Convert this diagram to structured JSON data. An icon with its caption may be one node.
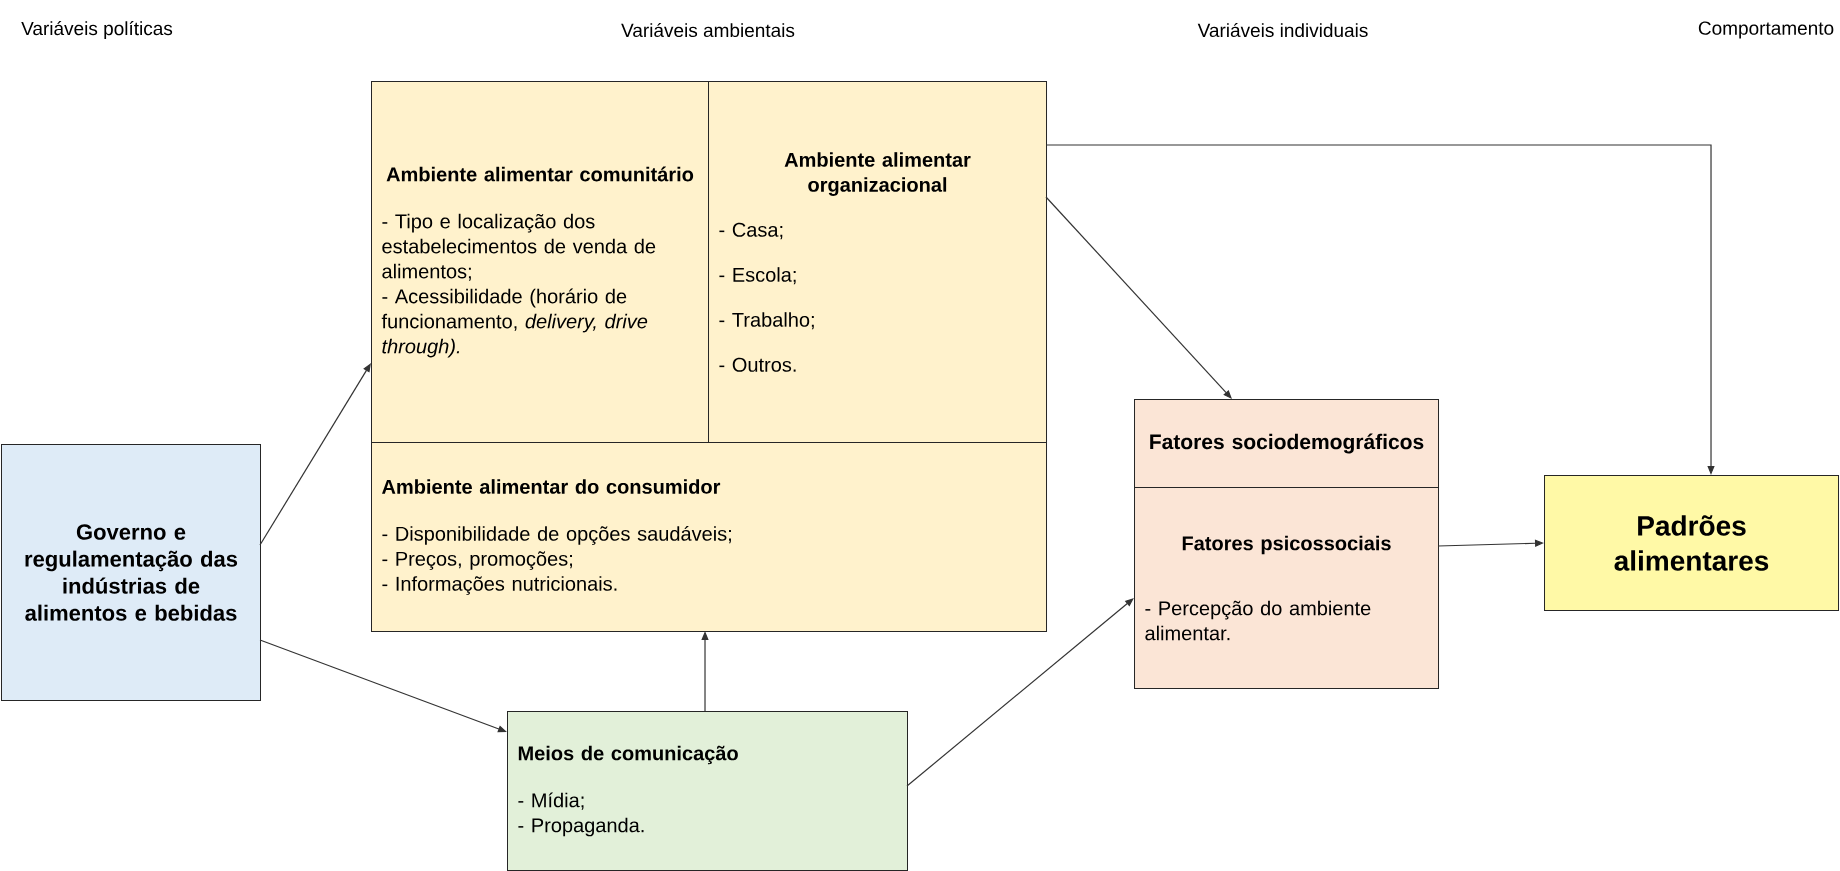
{
  "diagram": {
    "nodes": [
      {
        "text": [
          "Ambiente alimentar comunitário",
          "- Tipo e localização dos estabelecimentos de venda de alimentos;",
          "- Acessibilidade (horário de funcionamento, *delivery, drive through).*"
        ]
      },
      {
        "text": [
          "Ambiente alimentar organizacional",
          "- Casa;",
          "- Escola;",
          "- Trabalho;",
          "- Outros."
        ]
      },
      {
        "text": [
          "Ambiente alimentar do consumidor",
          "- Disponibilidade de opções saudáveis;",
          "- Preços, promoções;",
          "- Informações nutricionais."
        ]
      },
      {
        "text": [
          "Governo e regulamentação das indústrias de alimentos e bebidas"
        ]
      },
      {
        "text": [
          "Meios de comunicação",
          "- Mídia;",
          "- Propaganda."
        ]
      },
      {
        "text": [
          "Fatores sociodemográficos"
        ]
      },
      {
        "text": [
          "Fatores psicossociais",
          "- Percepção do ambiente alimentar."
        ]
      },
      {
        "text": [
          "Padrões alimentares"
        ]
      }
    ],
    "edges": [
      {
        "from": 3,
        "to": 0,
        "arrow": "to"
      },
      {
        "from": 3,
        "to": 4,
        "arrow": "to"
      },
      {
        "from": 4,
        "to": 2,
        "arrow": "to"
      },
      {
        "from": 4,
        "to": 6,
        "arrow": "to"
      },
      {
        "from": 1,
        "to": 5,
        "arrow": "to"
      },
      {
        "from": 1,
        "to": 7,
        "arrow": "to"
      },
      {
        "from": 6,
        "to": 7,
        "arrow": "to"
      }
    ],
    "labels": [
      "Variáveis políticas",
      "Variáveis ambientais",
      "Variáveis individuais",
      "Comportamento"
    ]
  }
}
